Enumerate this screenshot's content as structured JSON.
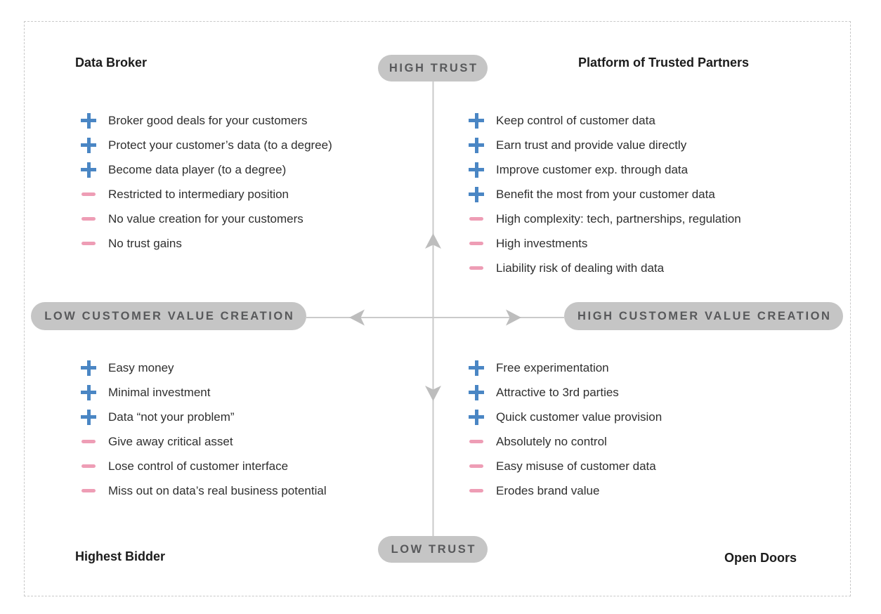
{
  "axes": {
    "top_label": "HIGH TRUST",
    "bottom_label": "LOW TRUST",
    "left_label": "LOW CUSTOMER VALUE CREATION",
    "right_label": "HIGH CUSTOMER VALUE CREATION"
  },
  "colors": {
    "plus": "#4a86c4",
    "minus": "#ee9db5",
    "line": "#cacaca",
    "arrow": "#bdbdbd",
    "pill_bg": "#c5c5c5",
    "pill_text": "#58595b",
    "title": "#1c1c1c",
    "item_text": "#2f2f2f"
  },
  "quadrants": [
    {
      "id": "top-left",
      "title": "Data Broker",
      "items": [
        {
          "sign": "plus",
          "text": "Broker good deals for your customers"
        },
        {
          "sign": "plus",
          "text": "Protect your customer’s data (to a degree)"
        },
        {
          "sign": "plus",
          "text": "Become data player (to a degree)"
        },
        {
          "sign": "minus",
          "text": "Restricted to intermediary position"
        },
        {
          "sign": "minus",
          "text": "No value creation for your customers"
        },
        {
          "sign": "minus",
          "text": "No trust gains"
        }
      ]
    },
    {
      "id": "top-right",
      "title": "Platform of Trusted Partners",
      "items": [
        {
          "sign": "plus",
          "text": "Keep control of customer data"
        },
        {
          "sign": "plus",
          "text": "Earn trust and provide value directly"
        },
        {
          "sign": "plus",
          "text": "Improve customer exp. through data"
        },
        {
          "sign": "plus",
          "text": "Benefit the most from your customer data"
        },
        {
          "sign": "minus",
          "text": "High complexity: tech, partnerships, regulation"
        },
        {
          "sign": "minus",
          "text": "High investments"
        },
        {
          "sign": "minus",
          "text": "Liability risk of dealing with data"
        }
      ]
    },
    {
      "id": "bottom-left",
      "title": "Highest Bidder",
      "items": [
        {
          "sign": "plus",
          "text": "Easy money"
        },
        {
          "sign": "plus",
          "text": "Minimal investment"
        },
        {
          "sign": "plus",
          "text": "Data “not your problem”"
        },
        {
          "sign": "minus",
          "text": "Give away critical asset"
        },
        {
          "sign": "minus",
          "text": "Lose control of customer interface"
        },
        {
          "sign": "minus",
          "text": "Miss out on data’s real business potential"
        }
      ]
    },
    {
      "id": "bottom-right",
      "title": "Open Doors",
      "items": [
        {
          "sign": "plus",
          "text": "Free experimentation"
        },
        {
          "sign": "plus",
          "text": "Attractive to 3rd parties"
        },
        {
          "sign": "plus",
          "text": "Quick customer value provision"
        },
        {
          "sign": "minus",
          "text": "Absolutely no control"
        },
        {
          "sign": "minus",
          "text": "Easy misuse of customer data"
        },
        {
          "sign": "minus",
          "text": "Erodes brand value"
        }
      ]
    }
  ]
}
